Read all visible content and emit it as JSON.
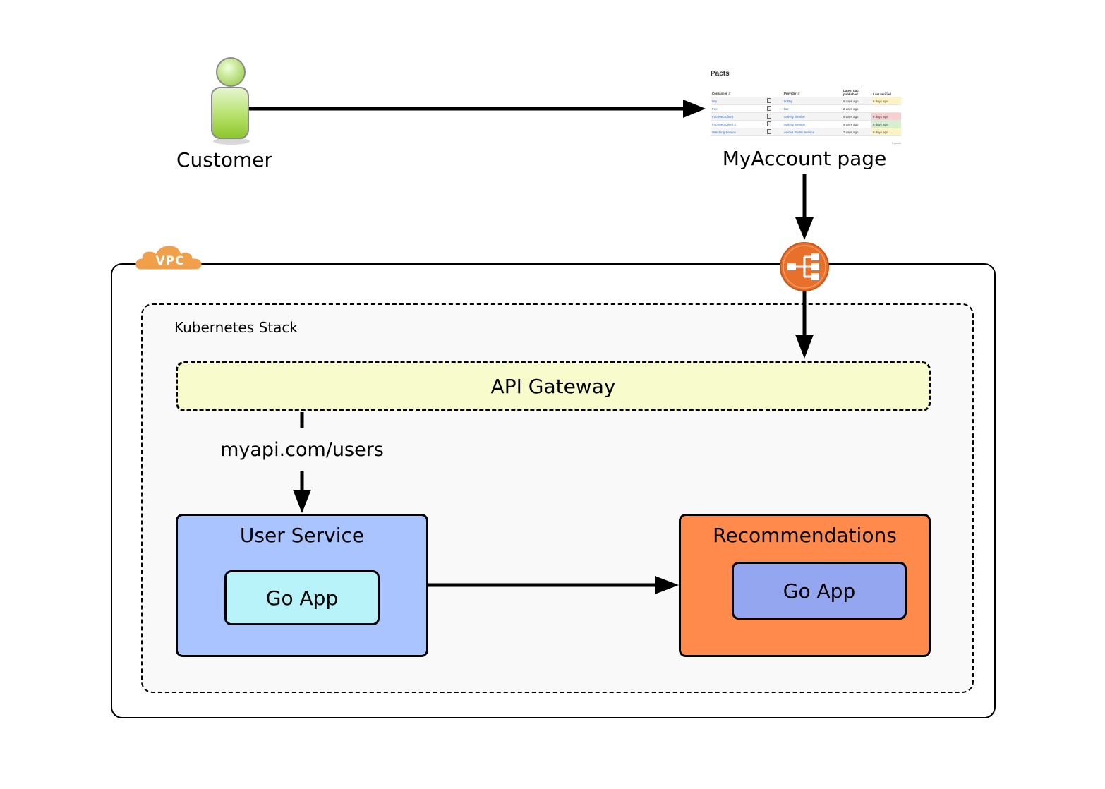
{
  "customer": {
    "label": "Customer"
  },
  "myaccount": {
    "label": "MyAccount page",
    "thumbnail": {
      "title": "Pacts",
      "headers": [
        "Consumer",
        "",
        "Provider",
        "Latest pact published",
        "Last verified"
      ],
      "rows": [
        {
          "consumer": "Mfy",
          "provider": "bobby",
          "published": "5 days ago",
          "verified": "6 days ago",
          "status": "yellow"
        },
        {
          "consumer": "Foo",
          "provider": "Bar",
          "published": "2 days ago",
          "verified": "",
          "status": "none"
        },
        {
          "consumer": "Foo Web Client",
          "provider": "Activity Service",
          "published": "9 days ago",
          "verified": "9 days ago",
          "status": "red"
        },
        {
          "consumer": "Foo Web Client 2",
          "provider": "Activity Service",
          "published": "9 days ago",
          "verified": "9 days ago",
          "status": "green"
        },
        {
          "consumer": "Watching Service",
          "provider": "Animal Profile Service",
          "published": "3 days ago",
          "verified": "9 days ago",
          "status": "yellow"
        }
      ],
      "footer": "5 pacts"
    }
  },
  "vpc": {
    "label": "VPC"
  },
  "kubernetes": {
    "label": "Kubernetes Stack"
  },
  "gateway": {
    "label": "API Gateway"
  },
  "route": {
    "label": "myapi.com/users"
  },
  "user_service": {
    "title": "User Service",
    "app": "Go App"
  },
  "recommendations": {
    "title": "Recommendations",
    "app": "Go App"
  },
  "icons": {
    "customer": "person-icon",
    "load_balancer": "load-balancer-icon",
    "vpc": "cloud-icon"
  },
  "colors": {
    "gateway_fill": "#f8fbcb",
    "user_service_fill": "#a9c4ff",
    "user_app_fill": "#b7f3f8",
    "recommendations_fill": "#ff8a4c",
    "recommendations_app_fill": "#95a6f1",
    "load_balancer": "#e8702a",
    "vpc_cloud": "#f0a04b"
  }
}
